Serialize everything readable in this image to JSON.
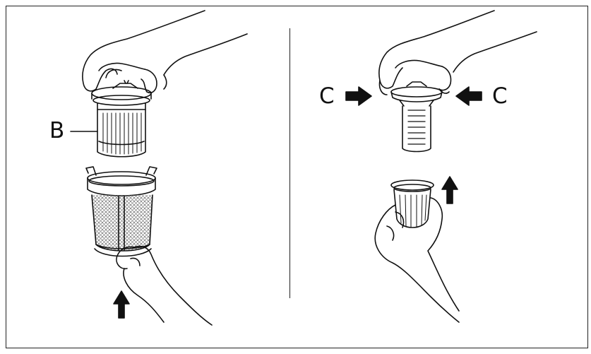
{
  "labels": {
    "b": "B",
    "c_left": "C",
    "c_right": "C"
  },
  "colors": {
    "line": "#111111",
    "background": "#ffffff",
    "frame": "#222222"
  },
  "icons": [
    "arrow-up-icon",
    "arrow-right-icon",
    "arrow-left-icon"
  ]
}
